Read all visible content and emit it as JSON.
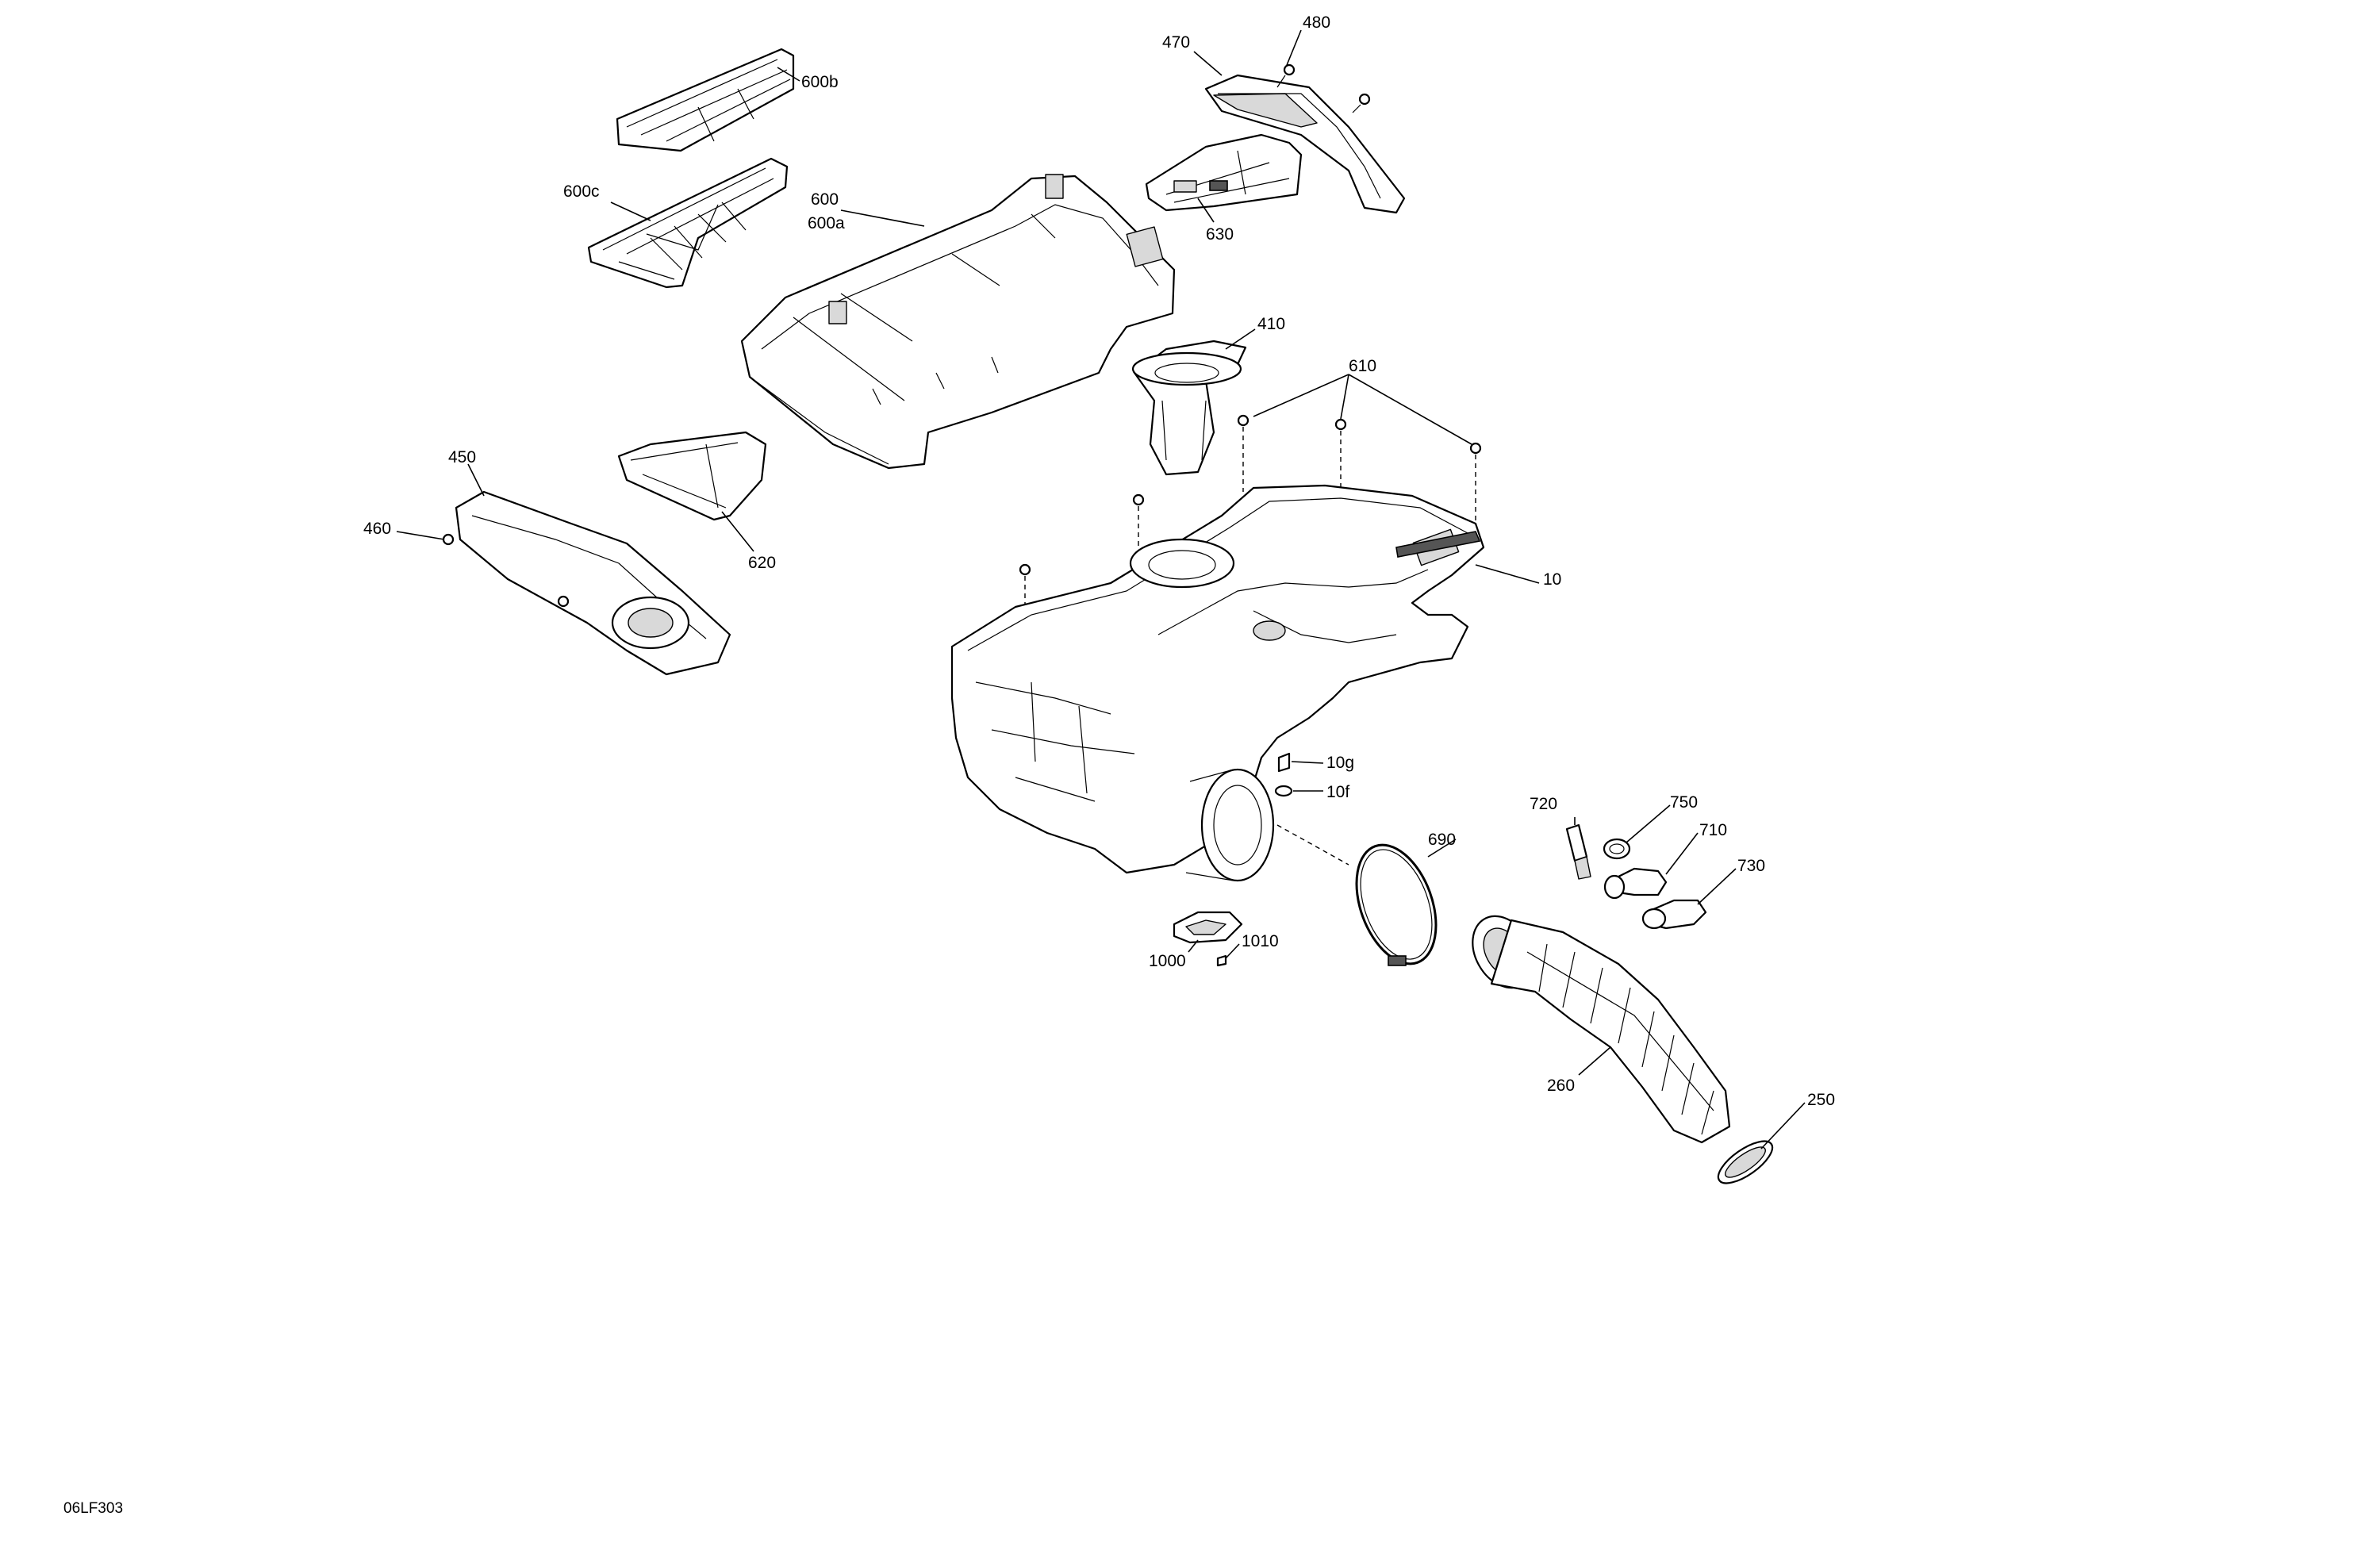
{
  "callouts": {
    "c10": "10",
    "c10g": "10g",
    "c10f": "10f",
    "c250": "250",
    "c260": "260",
    "c410": "410",
    "c450": "450",
    "c460": "460",
    "c470": "470",
    "c480": "480",
    "c600": "600",
    "c600a": "600a",
    "c600b": "600b",
    "c600c": "600c",
    "c610": "610",
    "c620": "620",
    "c630": "630",
    "c690": "690",
    "c710": "710",
    "c720": "720",
    "c730": "730",
    "c750": "750",
    "c1000": "1000",
    "c1010": "1010"
  },
  "figure_id": "06LF303"
}
